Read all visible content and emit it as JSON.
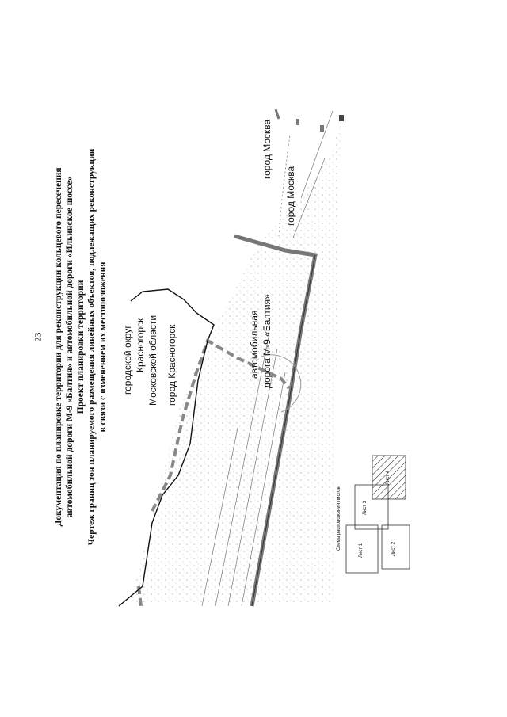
{
  "page_number": "23",
  "title": {
    "line1": "Документация по планировке территории для реконструкции кольцевого пересечения",
    "line2": "автомобильной дороги М-9 «Балтия» и автомобильной дороги «Ильинское шоссе»",
    "line3": "Проект планировки территории",
    "line4": "Чертеж границ зон планируемого размещения линейных объектов, подлежащих реконструкции",
    "line5": "в связи с изменением их местоположения"
  },
  "map": {
    "label_district_1": "городской округ",
    "label_district_2": "Красногорск",
    "label_district_3": "Московской области",
    "label_city_krasnogorsk": "город Красногорск",
    "label_road_1": "автомобильная",
    "label_road_2": "дорога М-9 «Балтия»",
    "label_moscow_1": "город Москва",
    "label_moscow_2": "город Москва"
  },
  "sheet_scheme": {
    "title": "Схема расположения листов",
    "sheets": [
      "Лист 1",
      "Лист 2",
      "Лист 3",
      "Лист 4"
    ]
  }
}
